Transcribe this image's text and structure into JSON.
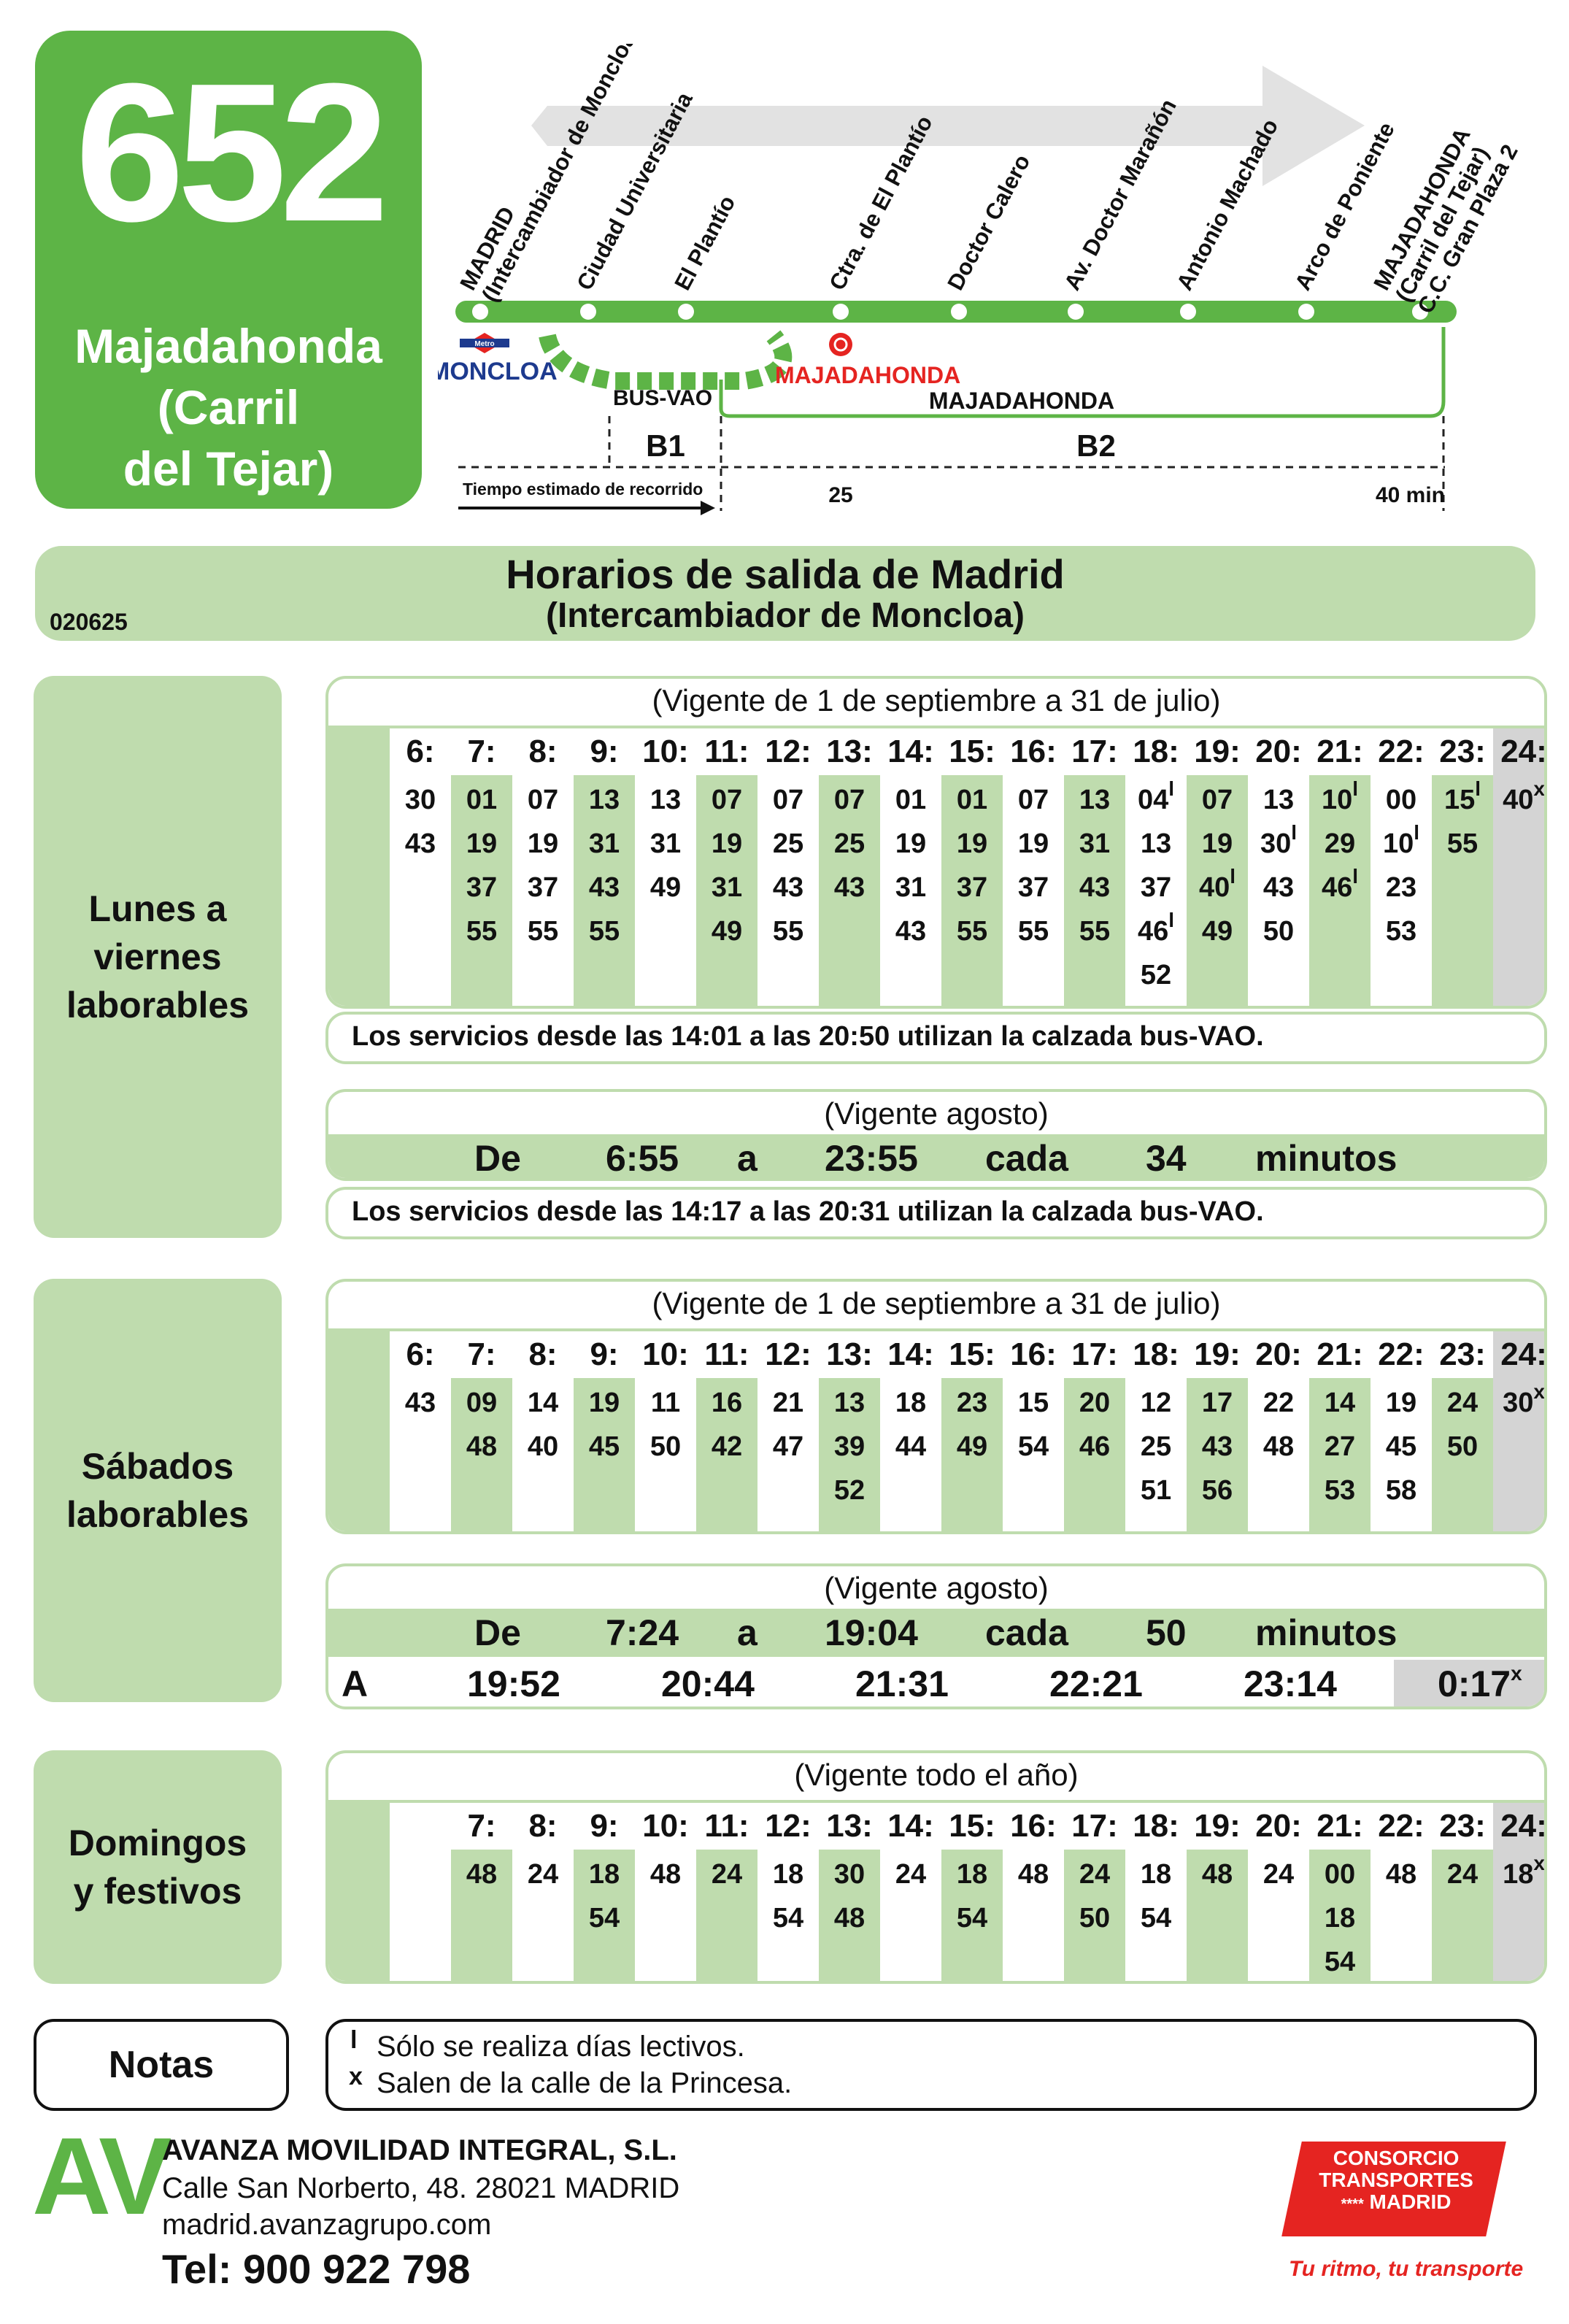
{
  "route": {
    "number": "652",
    "destination_lines": [
      "Majadahonda",
      "(Carril",
      "del Tejar)"
    ]
  },
  "diagram": {
    "stops": [
      {
        "line1": "MADRID",
        "line2": "(Intercambiador de Moncloa)",
        "line3": ""
      },
      {
        "line1": "Ciudad Universitaria",
        "line2": "",
        "line3": ""
      },
      {
        "line1": "El Plantío",
        "line2": "",
        "line3": ""
      },
      {
        "line1": "Ctra. de El Plantío",
        "line2": "",
        "line3": ""
      },
      {
        "line1": "Doctor Calero",
        "line2": "",
        "line3": ""
      },
      {
        "line1": "Av. Doctor Marañón",
        "line2": "",
        "line3": ""
      },
      {
        "line1": "Antonio Machado",
        "line2": "",
        "line3": ""
      },
      {
        "line1": "Arco de Poniente",
        "line2": "",
        "line3": ""
      },
      {
        "line1": "MAJADAHONDA",
        "line2": "(Carril del Tejar)",
        "line3": "C.C. Gran Plaza 2"
      }
    ],
    "metro_label": "Metro",
    "moncloa": "MONCLOA",
    "majadahonda_red": "MAJADAHONDA",
    "busvao": "BUS-VAO",
    "majadahonda_zone": "MAJADAHONDA",
    "zone_b1": "B1",
    "zone_b2": "B2",
    "time_label": "Tiempo estimado de recorrido",
    "time_mid": "25",
    "time_end": "40 min"
  },
  "header": {
    "title": "Horarios de salida de Madrid",
    "subtitle": "(Intercambiador de Moncloa)",
    "code": "020625"
  },
  "sections": {
    "weekday_label": [
      "Lunes a",
      "viernes",
      "laborables"
    ],
    "saturday_label": [
      "Sábados",
      "laborables"
    ],
    "sunday_label": [
      "Domingos",
      "y festivos"
    ]
  },
  "weekday": {
    "validity": "(Vigente de 1 de septiembre a 31 de julio)",
    "columns": [
      {
        "h": "6:",
        "m": [
          "30",
          "43"
        ]
      },
      {
        "h": "7:",
        "m": [
          "01",
          "19",
          "37",
          "55"
        ]
      },
      {
        "h": "8:",
        "m": [
          "07",
          "19",
          "37",
          "55"
        ]
      },
      {
        "h": "9:",
        "m": [
          "13",
          "31",
          "43",
          "55"
        ]
      },
      {
        "h": "10:",
        "m": [
          "13",
          "31",
          "49"
        ]
      },
      {
        "h": "11:",
        "m": [
          "07",
          "19",
          "31",
          "49"
        ]
      },
      {
        "h": "12:",
        "m": [
          "07",
          "25",
          "43",
          "55"
        ]
      },
      {
        "h": "13:",
        "m": [
          "07",
          "25",
          "43"
        ]
      },
      {
        "h": "14:",
        "m": [
          "01",
          "19",
          "31",
          "43"
        ]
      },
      {
        "h": "15:",
        "m": [
          "01",
          "19",
          "37",
          "55"
        ]
      },
      {
        "h": "16:",
        "m": [
          "07",
          "19",
          "37",
          "55"
        ]
      },
      {
        "h": "17:",
        "m": [
          "13",
          "31",
          "43",
          "55"
        ]
      },
      {
        "h": "18:",
        "m": [
          "04",
          "13",
          "37",
          "46",
          "52"
        ]
      },
      {
        "h": "19:",
        "m": [
          "07",
          "19",
          "40",
          "49"
        ]
      },
      {
        "h": "20:",
        "m": [
          "13",
          "30",
          "43",
          "50"
        ]
      },
      {
        "h": "21:",
        "m": [
          "10",
          "29",
          "46"
        ]
      },
      {
        "h": "22:",
        "m": [
          "00",
          "10",
          "23",
          "53"
        ]
      },
      {
        "h": "23:",
        "m": [
          "15",
          "55"
        ]
      },
      {
        "h": "24:",
        "m": [
          "40"
        ]
      }
    ],
    "note": "Los servicios desde las 14:01 a las 20:50 utilizan la calzada bus-VAO."
  },
  "weekday_august": {
    "validity": "(Vigente agosto)",
    "freq": [
      "De",
      "6:55",
      "a",
      "23:55",
      "cada",
      "34",
      "minutos"
    ],
    "note": "Los servicios desde las 14:17 a las 20:31 utilizan la calzada bus-VAO."
  },
  "saturday": {
    "validity": "(Vigente de 1 de septiembre a 31 de julio)",
    "columns": [
      {
        "h": "6:",
        "m": [
          "43"
        ]
      },
      {
        "h": "7:",
        "m": [
          "09",
          "48"
        ]
      },
      {
        "h": "8:",
        "m": [
          "14",
          "40"
        ]
      },
      {
        "h": "9:",
        "m": [
          "19",
          "45"
        ]
      },
      {
        "h": "10:",
        "m": [
          "11",
          "50"
        ]
      },
      {
        "h": "11:",
        "m": [
          "16",
          "42"
        ]
      },
      {
        "h": "12:",
        "m": [
          "21",
          "47"
        ]
      },
      {
        "h": "13:",
        "m": [
          "13",
          "39",
          "52"
        ]
      },
      {
        "h": "14:",
        "m": [
          "18",
          "44"
        ]
      },
      {
        "h": "15:",
        "m": [
          "23",
          "49"
        ]
      },
      {
        "h": "16:",
        "m": [
          "15",
          "54"
        ]
      },
      {
        "h": "17:",
        "m": [
          "20",
          "46"
        ]
      },
      {
        "h": "18:",
        "m": [
          "12",
          "25",
          "51"
        ]
      },
      {
        "h": "19:",
        "m": [
          "17",
          "43",
          "56"
        ]
      },
      {
        "h": "20:",
        "m": [
          "22",
          "48"
        ]
      },
      {
        "h": "21:",
        "m": [
          "14",
          "27",
          "53"
        ]
      },
      {
        "h": "22:",
        "m": [
          "19",
          "45",
          "58"
        ]
      },
      {
        "h": "23:",
        "m": [
          "24",
          "50"
        ]
      },
      {
        "h": "24:",
        "m": [
          "30"
        ]
      }
    ]
  },
  "saturday_august": {
    "validity": "(Vigente agosto)",
    "freq": [
      "De",
      "7:24",
      "a",
      "19:04",
      "cada",
      "50",
      "minutos"
    ],
    "a_row": [
      "A",
      "19:52",
      "20:44",
      "21:31",
      "22:21",
      "23:14",
      "0:17"
    ]
  },
  "sunday": {
    "validity": "(Vigente todo el año)",
    "columns": [
      {
        "h": "",
        "m": []
      },
      {
        "h": "7:",
        "m": [
          "48"
        ]
      },
      {
        "h": "8:",
        "m": [
          "24"
        ]
      },
      {
        "h": "9:",
        "m": [
          "18",
          "54"
        ]
      },
      {
        "h": "10:",
        "m": [
          "48"
        ]
      },
      {
        "h": "11:",
        "m": [
          "24"
        ]
      },
      {
        "h": "12:",
        "m": [
          "18",
          "54"
        ]
      },
      {
        "h": "13:",
        "m": [
          "30",
          "48"
        ]
      },
      {
        "h": "14:",
        "m": [
          "24"
        ]
      },
      {
        "h": "15:",
        "m": [
          "18",
          "54"
        ]
      },
      {
        "h": "16:",
        "m": [
          "48"
        ]
      },
      {
        "h": "17:",
        "m": [
          "24",
          "50"
        ]
      },
      {
        "h": "18:",
        "m": [
          "18",
          "54"
        ]
      },
      {
        "h": "19:",
        "m": [
          "48"
        ]
      },
      {
        "h": "20:",
        "m": [
          "24"
        ]
      },
      {
        "h": "21:",
        "m": [
          "00",
          "18",
          "54"
        ]
      },
      {
        "h": "22:",
        "m": [
          "48"
        ]
      },
      {
        "h": "23:",
        "m": [
          "24"
        ]
      },
      {
        "h": "24:",
        "m": [
          "18"
        ]
      }
    ]
  },
  "notes": {
    "label": "Notas",
    "l_symbol": "l",
    "l_text": "Sólo se realiza días lectivos.",
    "x_symbol": "x",
    "x_text": "Salen de la calle de la Princesa."
  },
  "footer": {
    "logo": "AV",
    "company": "AVANZA MOVILIDAD INTEGRAL, S.L.",
    "address": "Calle San Norberto, 48. 28021 MADRID",
    "web": "madrid.avanzagrupo.com",
    "tel": "Tel: 900 922 798",
    "ctm_1": "CONSORCIO",
    "ctm_2": "TRANSPORTES",
    "ctm_stars": "****",
    "ctm_3": "MADRID",
    "slogan": "Tu ritmo, tu transporte"
  },
  "colors": {
    "green": "#5db446",
    "light_green": "#bfdcae",
    "grey": "#d4d4d4",
    "red": "#e52421"
  }
}
